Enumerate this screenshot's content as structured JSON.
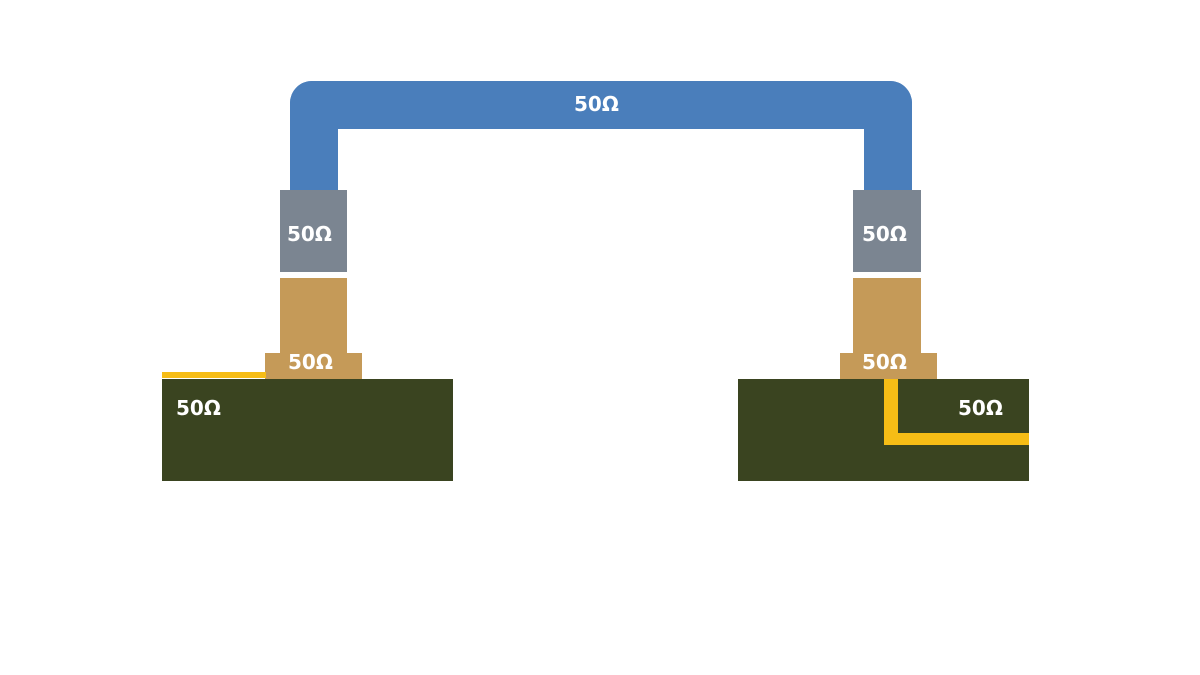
{
  "diagram": {
    "cable": {
      "label": "50Ω",
      "color": "#4a7ebb"
    },
    "left": {
      "adapter_label": "50Ω",
      "connector_label": "50Ω",
      "pcb_label": "50Ω"
    },
    "right": {
      "adapter_label": "50Ω",
      "connector_label": "50Ω",
      "pcb_label": "50Ω"
    },
    "colors": {
      "adapter": "#7b8591",
      "connector": "#c59a58",
      "pcb": "#3a4420",
      "trace": "#f6bd16"
    }
  }
}
